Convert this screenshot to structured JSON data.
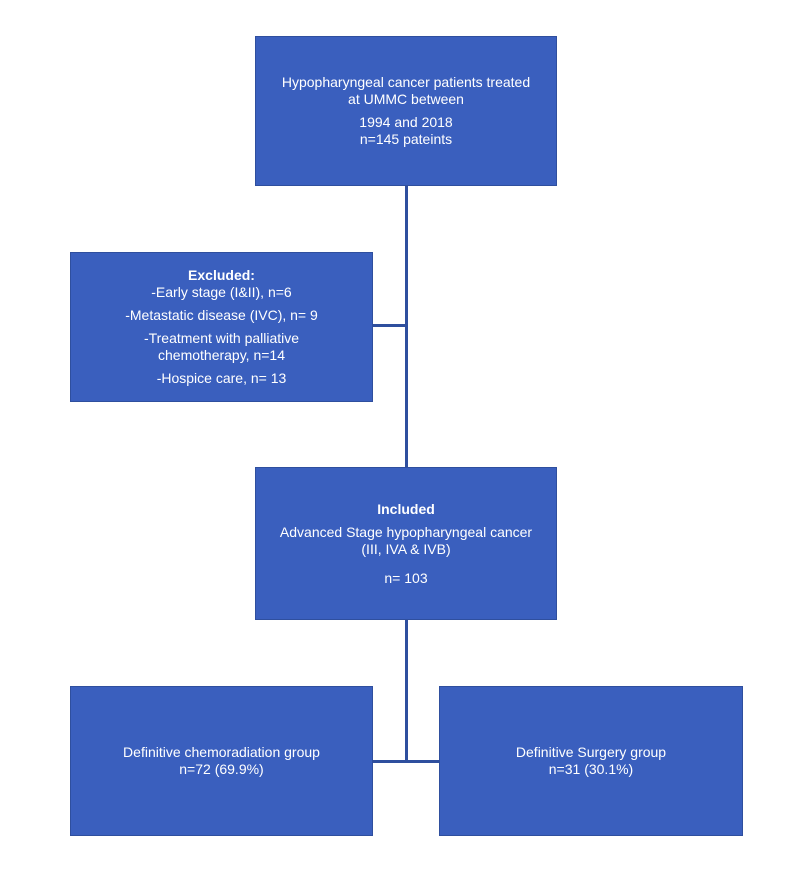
{
  "diagram": {
    "top_box": {
      "line1": "Hypopharyngeal cancer patients treated",
      "line2": "at UMMC between",
      "line3": "1994 and 2018",
      "line4": "n=145 pateints"
    },
    "excluded_box": {
      "title": "Excluded:",
      "item1": "-Early stage (I&II), n=6",
      "item2": "-Metastatic disease (IVC), n= 9",
      "item3_line1": "-Treatment with palliative",
      "item3_line2": "chemotherapy, n=14",
      "item4": "-Hospice care, n= 13"
    },
    "included_box": {
      "title": "Included",
      "line1": "Advanced Stage hypopharyngeal cancer",
      "line2": "(III, IVA & IVB)",
      "count": "n= 103"
    },
    "chemo_box": {
      "line1": "Definitive chemoradiation group",
      "line2": "n=72 (69.9%)"
    },
    "surgery_box": {
      "line1": "Definitive Surgery group",
      "line2": "n=31 (30.1%)"
    },
    "colors": {
      "box_fill": "#3a5fbe",
      "line": "#2f4f9e",
      "text": "#ffffff"
    }
  }
}
